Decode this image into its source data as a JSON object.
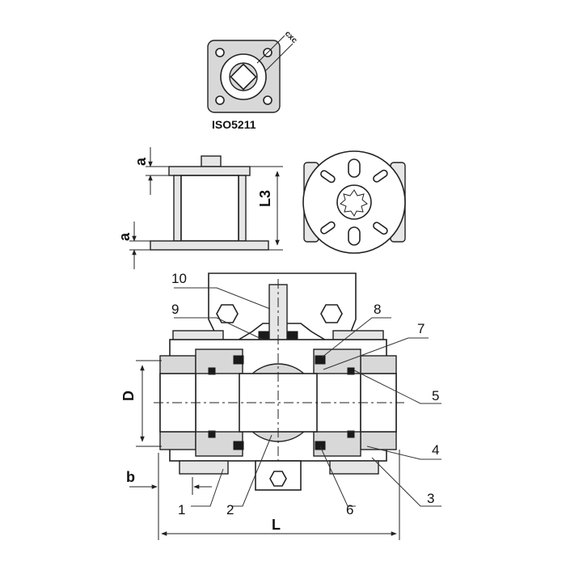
{
  "top_view": {
    "standard_label": "ISO5211",
    "square_label": "cxc"
  },
  "side_view": {
    "flange_thickness_label": "a",
    "height_label": "L3"
  },
  "section_view": {
    "diameter_label": "D",
    "offset_label": "b",
    "length_label": "L",
    "callouts": [
      "1",
      "2",
      "3",
      "4",
      "5",
      "6",
      "7",
      "8",
      "9",
      "10"
    ]
  }
}
